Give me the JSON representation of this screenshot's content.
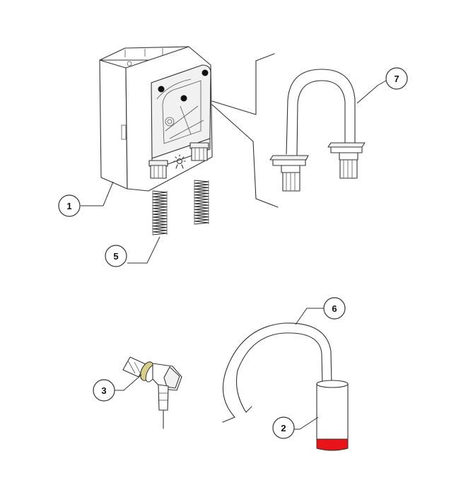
{
  "callouts": [
    {
      "id": "c1",
      "label": "1"
    },
    {
      "id": "c2",
      "label": "2"
    },
    {
      "id": "c3",
      "label": "3"
    },
    {
      "id": "c5",
      "label": "5"
    },
    {
      "id": "c6",
      "label": "6"
    },
    {
      "id": "c7",
      "label": "7"
    }
  ],
  "colors": {
    "line": "#333333",
    "weight_band": "#e8141a",
    "fitting_ring": "#d8d08a"
  }
}
